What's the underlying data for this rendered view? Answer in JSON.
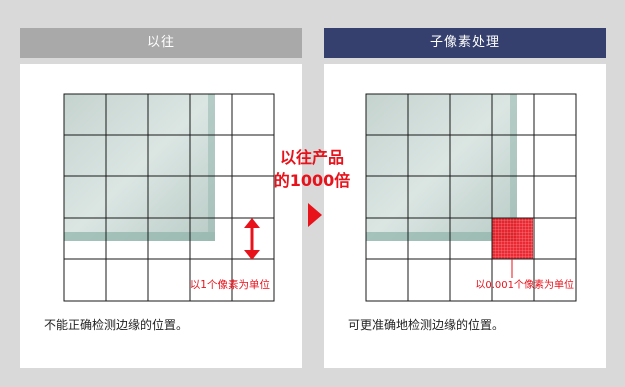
{
  "left_panel": {
    "title": "以往",
    "grid_label": "以1个像素为单位",
    "caption": "不能正确检测边缘的位置。"
  },
  "right_panel": {
    "title": "子像素处理",
    "grid_label": "以0.001个像素为单位",
    "caption": "可更准确地检测边缘的位置。"
  },
  "center": {
    "line1": "以往产品",
    "line2": "的1000倍"
  },
  "colors": {
    "left_header": "#a9a9a9",
    "right_header": "#35406e",
    "accent_red": "#e8121b",
    "background": "#d9d9d9"
  }
}
